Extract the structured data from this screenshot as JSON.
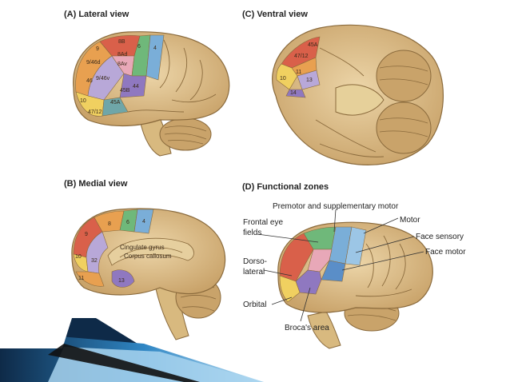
{
  "panels": {
    "lateral": {
      "title": "(A)  Lateral view",
      "areas": [
        "9",
        "8B",
        "6",
        "4",
        "9/46d",
        "8Ad",
        "8Av",
        "9/46v",
        "46",
        "44",
        "45B",
        "45A",
        "10",
        "47/12"
      ]
    },
    "ventral": {
      "title": "(C)  Ventral view",
      "areas": [
        "45A",
        "47/12",
        "11",
        "10",
        "13",
        "14"
      ]
    },
    "medial": {
      "title": "(B)  Medial view",
      "areas": [
        "9",
        "8",
        "6",
        "4",
        "10",
        "32",
        "11",
        "13"
      ],
      "gyri": [
        "Cingulate gyrus",
        "Corpus callosum"
      ]
    },
    "functional": {
      "title": "(D)  Functional zones",
      "labels": {
        "premotor": "Premotor and supplementary motor",
        "frontal_eye": "Frontal eye",
        "fields": "fields",
        "motor": "Motor",
        "face_sensory": "Face sensory",
        "face_motor": "Face motor",
        "dorso": "Dorso-",
        "lateral": "lateral",
        "orbital": "Orbital",
        "broca": "Broca's area"
      }
    }
  },
  "colors": {
    "brain": "#dcc08e",
    "brain_shadow": "#b8955c",
    "brain_outline": "#8a6a3c",
    "area_red": "#d9604a",
    "area_orange": "#e8a050",
    "area_yellow": "#f0d060",
    "area_green": "#6fb87a",
    "area_teal": "#6fa6a8",
    "area_blue": "#7aaed8",
    "area_lilac": "#b8a8d8",
    "area_purple": "#8f78c0",
    "area_pink": "#e8a8b8",
    "slide_dark": "#1a3a5c",
    "slide_blue": "#3a90c8",
    "slide_light": "#a8d4ee"
  }
}
